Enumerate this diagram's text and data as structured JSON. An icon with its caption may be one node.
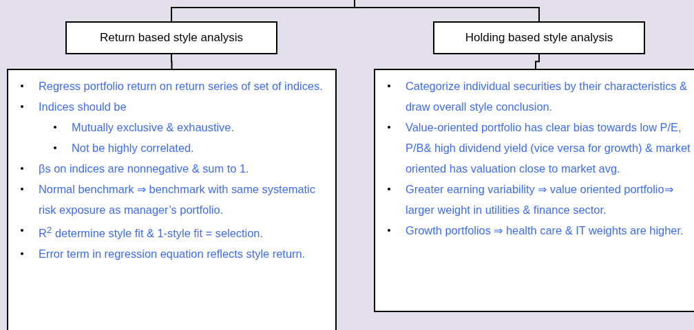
{
  "diagram": {
    "nodes": [
      {
        "text": [
          "Return based style analysis"
        ]
      },
      {
        "text": [
          "Holding based style analysis"
        ]
      },
      {
        "text": [
          "Regress portfolio return on return series of set of indices.",
          "Indices should be",
          "Mutually exclusive & exhaustive.",
          "Not be highly correlated.",
          "βs on indices are nonnegative & sum to 1.",
          "Normal benchmark ⇒ benchmark with same systematic risk exposure as manager’s portfolio.",
          "R$^{2}$ determine style fit & 1-style fit = selection.",
          "Error term in regression equation reflects style return."
        ]
      },
      {
        "text": [
          "Categorize individual securities by their characteristics & draw overall style conclusion.",
          "Value-oriented portfolio has clear bias towards low P/E, P/B& high dividend yield (vice versa for growth) & market oriented has valuation close to market avg.",
          "Greater earning variability ⇒ value oriented portfolio⇒ larger weight in utilities & finance sector.",
          "Growth portfolios ⇒ health care & IT weights are higher."
        ]
      }
    ],
    "edges": [
      {
        "from": null,
        "to": 0,
        "arrow": "none"
      },
      {
        "from": null,
        "to": 1,
        "arrow": "none"
      },
      {
        "from": 0,
        "to": 2,
        "arrow": "none"
      },
      {
        "from": 1,
        "to": 3,
        "arrow": "none"
      }
    ]
  }
}
